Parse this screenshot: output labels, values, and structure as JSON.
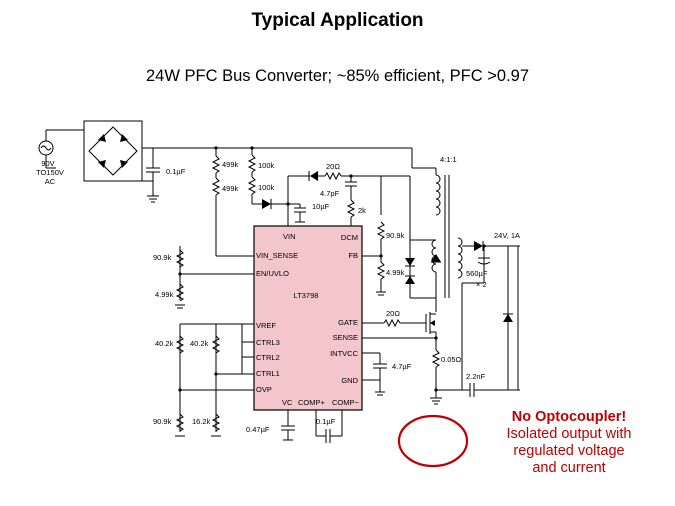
{
  "title": "Typical Application",
  "subtitle": "24W PFC Bus Converter; ~85% efficient, PFC >0.97",
  "chip": {
    "name": "LT3798",
    "pins_left": [
      "VIN_SENSE",
      "EN/UVLO",
      "VREF",
      "CTRL3",
      "CTRL2",
      "CTRL1",
      "OVP"
    ],
    "pins_right": [
      "DCM",
      "FB",
      "GATE",
      "SENSE",
      "INTVCC",
      "GND"
    ],
    "pins_top": [
      "VIN"
    ],
    "pins_bottom": [
      "VC",
      "COMP+",
      "COMP−"
    ]
  },
  "source_label": [
    "90V",
    "TO150V",
    "AC"
  ],
  "components": {
    "c_input": "0.1µF",
    "r_499k_a": "499k",
    "r_499k_b": "499k",
    "r_100k_a": "100k",
    "r_100k_b": "100k",
    "r_20_top": "20Ω",
    "c_4p7": "4.7pF",
    "c_10u": "10µF",
    "r_2k": "2k",
    "transformer": "4:1:1",
    "r_90k9_fb": "90.9k",
    "r_4k99_fb": "4.99k",
    "output": "24V, 1A",
    "c_out": "560µF",
    "c_out_mult": "× 2",
    "r_90k9_en": "90.9k",
    "r_4k99_en": "4.99k",
    "r_40k2_a": "40.2k",
    "r_40k2_b": "40.2k",
    "r_90k9_ovp": "90.9k",
    "r_16k2": "16.2k",
    "r_20_gate": "20Ω",
    "c_intvcc": "4.7µF",
    "r_sense": "0.05Ω",
    "c_y": "2.2nF",
    "c_vc": "0.47µF",
    "c_comp": "0.1µF"
  },
  "note": {
    "heading": "No Optocoupler!",
    "lines": [
      "Isolated output with",
      "regulated voltage",
      "and current"
    ]
  },
  "colors": {
    "chip_fill": "#f2c6cb",
    "highlight": "#c00000"
  }
}
